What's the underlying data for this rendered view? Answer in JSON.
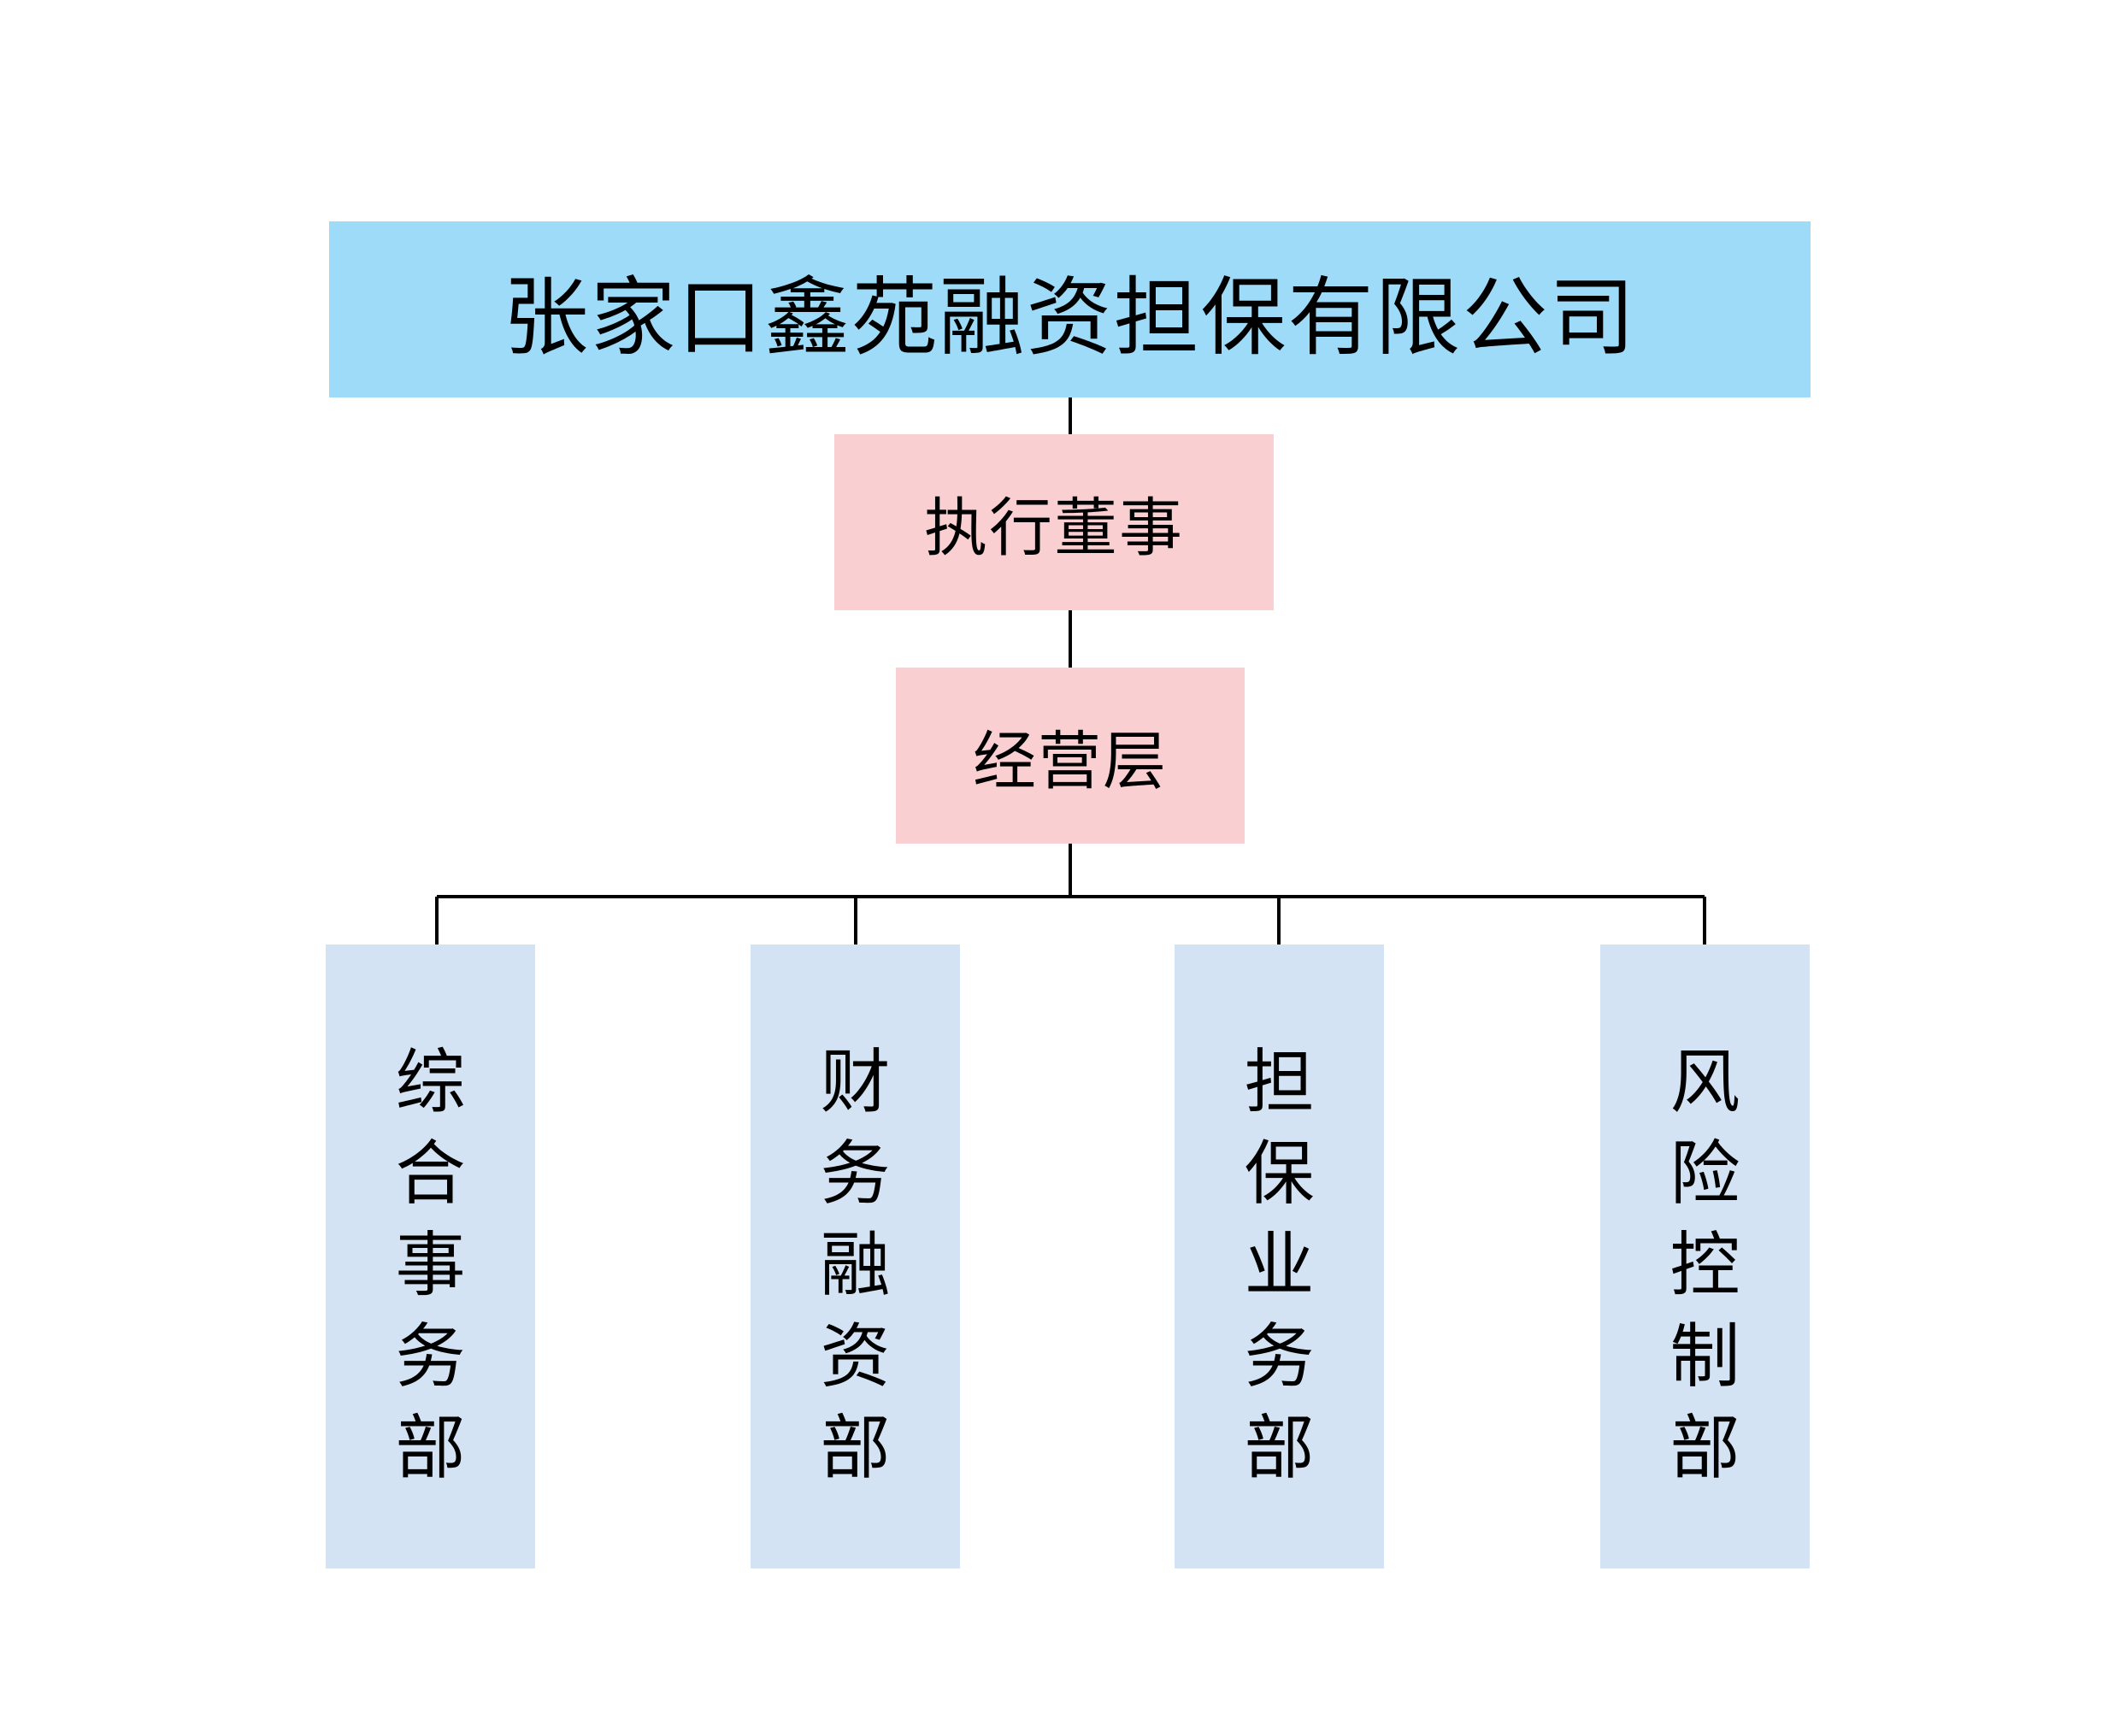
{
  "company": {
    "name": "张家口鑫苑融资担保有限公司"
  },
  "executive_director": {
    "label": "执行董事"
  },
  "management": {
    "label": "经营层"
  },
  "departments": [
    {
      "label": "综合事务部"
    },
    {
      "label": "财务融资部"
    },
    {
      "label": "担保业务部"
    },
    {
      "label": "风险控制部"
    }
  ],
  "colors": {
    "company_fill": "#9ddbf8",
    "leadership_fill": "#f9cfd1",
    "department_fill": "#d3e3f4",
    "connector": "#000000"
  }
}
